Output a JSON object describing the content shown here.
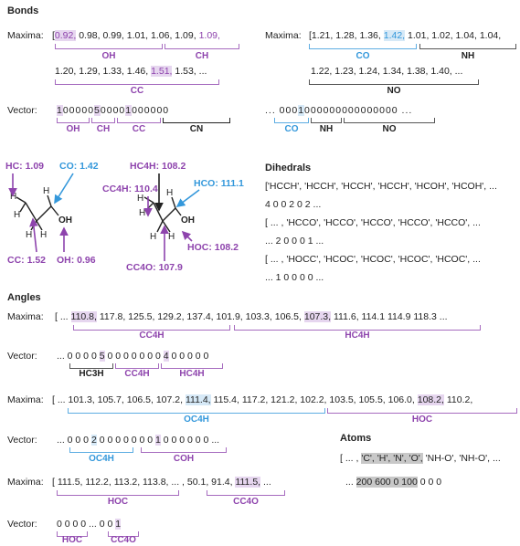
{
  "bonds": {
    "title": "Bonds",
    "maxima_label": "Maxima:",
    "vector_label": "Vector:",
    "left_line1": [
      "0.92,",
      "0.98, 0.99, 1.01, 1.06, 1.09,",
      "1.09,"
    ],
    "left_line1_prefix": "[",
    "left_line2": [
      "1.20, 1.29, 1.33, 1.46,",
      "1.51,",
      "1.53, ..."
    ],
    "labels_left": [
      "OH",
      "CH",
      "CC"
    ],
    "right_line1": [
      "[1.21, 1.28, 1.36,",
      "1.42,",
      "1.01, 1.02, 1.04, 1.04,"
    ],
    "right_line2": "1.22, 1.23, 1.24, 1.34, 1.38, 1.40, ...",
    "labels_right": [
      "CO",
      "NH",
      "NO"
    ],
    "vector_left": [
      "1",
      "00000",
      "5",
      "0000",
      "1",
      "000000"
    ],
    "vector_left_labels": [
      "OH",
      "CH",
      "CC",
      "CN"
    ],
    "vector_right": [
      "... 000",
      "1",
      "000000000000000 ..."
    ],
    "vector_right_labels": [
      "CO",
      "NH",
      "NO"
    ]
  },
  "molecules": {
    "hc": "HC: 1.09",
    "co": "CO: 1.42",
    "cc": "CC: 1.52",
    "oh": "OH: 0.96",
    "hc4h": "HC4H: 108.2",
    "cc4h": "CC4H: 110.4",
    "hco": "HCO: 111.1",
    "hoc": "HOC: 108.2",
    "cc4o": "CC4O: 107.9",
    "atom_h": "H",
    "atom_oh": "OH"
  },
  "dihedrals": {
    "title": "Dihedrals",
    "line1": "['HCCH', 'HCCH', 'HCCH', 'HCCH', 'HCOH', 'HCOH', ...",
    "line2": "4 0 0 2 0 2 ...",
    "line3": "[ ... , 'HCCO', 'HCCO', 'HCCO', 'HCCO', 'HCCO', ...",
    "line4": "... 2 0 0 0 1 ...",
    "line5": "[ ... , 'HOCC', 'HCOC', 'HCOC', 'HCOC', 'HCOC', ...",
    "line6": "... 1 0 0 0 0 ..."
  },
  "angles": {
    "title": "Angles",
    "maxima_label": "Maxima:",
    "vector_label": "Vector:",
    "row1": [
      "[ ... ",
      "110.8,",
      " 117.8, 125.5, 129.2, 137.4, 101.9, 103.3, 106.5, ",
      "107.3,",
      " 111.6, 114.1 114.9 118.3 ..."
    ],
    "row1_labels": [
      "CC4H",
      "HC4H"
    ],
    "vec1": [
      "... 0 0 0 0 ",
      "5",
      " 0 0 0 0 0 0 0 ",
      "4",
      " 0 0 0 0 0"
    ],
    "vec1_labels": [
      "HC3H",
      "CC4H",
      "HC4H"
    ],
    "row2": [
      "[ ... 101.3, 105.7, 106.5, 107.2, ",
      "111.4,",
      " 115.4, 117.2, 121.2, 102.2, 103.5, 105.5, 106.0, ",
      "108.2,",
      " 110.2,"
    ],
    "row2_labels": [
      "OC4H",
      "HOC"
    ],
    "vec2": [
      "... 0 0 0 ",
      "2",
      " 0 0 0 0 0 0 0 ",
      "1",
      " 0 0 0 0 0 0 ..."
    ],
    "vec2_labels": [
      "OC4H",
      "COH"
    ],
    "row3": [
      "[ 111.5, 112.2, 113.2, 113.8, ... , 50.1, 91.4, ",
      "111.5,",
      " ..."
    ],
    "row3_labels": [
      "HOC",
      "CC4O"
    ],
    "vec3": [
      "0 0 0 0",
      "  ...  0 0 ",
      "1"
    ],
    "vec3_labels": [
      "HOC",
      "CC4O"
    ]
  },
  "atoms": {
    "title": "Atoms",
    "line1": [
      "[ ... ,",
      "'C', 'H', 'N', 'O',",
      "'NH-O', 'NH-O', ..."
    ],
    "line2": [
      "... ",
      "200 600 0 100",
      " 0 0 0"
    ]
  },
  "colors": {
    "purple": "#8e44ad",
    "blue": "#3498db",
    "hl_purple": "#e6d6ef",
    "hl_blue": "#d6e9f7",
    "hl_gray": "#c8c8c8"
  }
}
